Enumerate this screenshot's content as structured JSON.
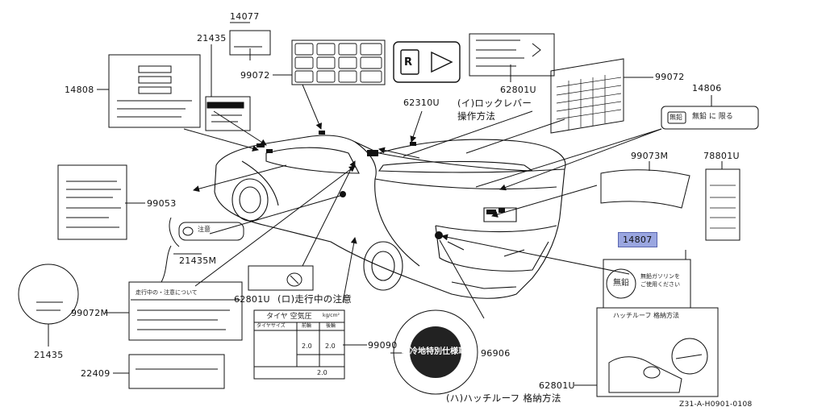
{
  "diagram_id": "Z31-A-H0901-0108",
  "labels": {
    "p14077": "14077",
    "p21435_top": "21435",
    "p99072_top": "99072",
    "p14808": "14808",
    "p62310U": "62310U",
    "p62801U_top": "62801U",
    "note_i_line1": "(イ)ロックレバー",
    "note_i_line2": "操作方法",
    "p99072_right": "99072",
    "p14806": "14806",
    "p99053": "99053",
    "p99073M": "99073M",
    "p78801U": "78801U",
    "p14807": "14807",
    "p21435M": "21435M",
    "p99072M": "99072M",
    "p62801U_mid": "62801U",
    "note_ro": "(ロ)走行中の注意",
    "p99090": "99090",
    "p21435_bottom": "21435",
    "p22409": "22409",
    "p96906": "96906",
    "p62801U_bottom": "62801U",
    "note_ha": "(ハ)ハッチルーフ 格納方法"
  },
  "decal_text": {
    "r_symbol": "R",
    "muen_ni_kagiru": "無鉛 に 限る",
    "muen_box": "無鉛",
    "muen_small": "無鉛",
    "muen_notice_1": "無鉛ガソリンを",
    "muen_notice_2": "ご使用ください",
    "tire_title": "タイヤ 空気圧",
    "tire_unit": "kg/cm²",
    "tire_col1": "タイヤサイズ",
    "tire_col2": "前輪",
    "tire_col3": "後輪",
    "tire_front": "2.0",
    "tire_rear": "2.0",
    "tire_spare": "2.0",
    "cold_region": "寒冷地特別仕様車",
    "hatch_title": "ハッチルーフ 格納方法",
    "driving_caution": "走行中の・注意について",
    "caution_small": "注意"
  }
}
